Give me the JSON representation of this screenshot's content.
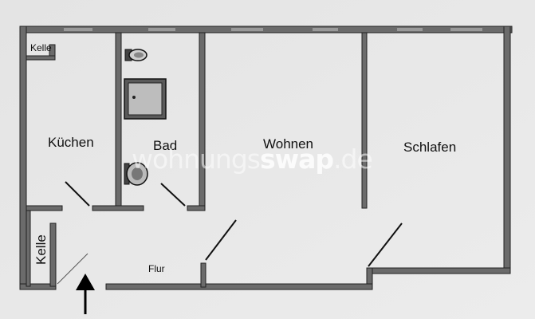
{
  "plan": {
    "rooms": {
      "keller_top": "Kelle",
      "kuechen": "Küchen",
      "bad": "Bad",
      "wohnen": "Wohnen",
      "schlafen": "Schlafen",
      "keller_side": "Kelle",
      "flur": "Flur"
    },
    "watermark": {
      "light": "wohnungs",
      "bold": "swap",
      "suffix": ".de"
    },
    "entrance_icon": "arrow-up-icon"
  }
}
